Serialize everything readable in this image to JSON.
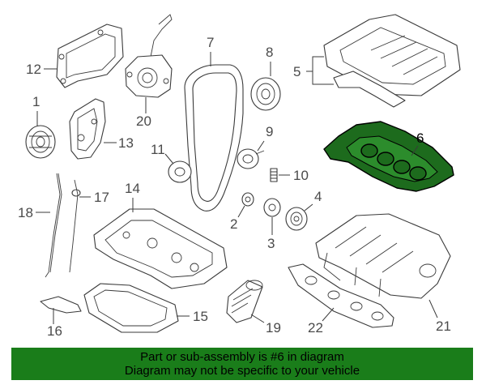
{
  "diagram": {
    "highlight_color": "#1a7d1a",
    "callouts": {
      "c1": "1",
      "c2": "2",
      "c3": "3",
      "c4": "4",
      "c5": "5",
      "c6": "6",
      "c7": "7",
      "c8": "8",
      "c9": "9",
      "c10": "10",
      "c11": "11",
      "c12": "12",
      "c13": "13",
      "c14": "14",
      "c15": "15",
      "c16": "16",
      "c17": "17",
      "c18": "18",
      "c19": "19",
      "c20": "20",
      "c21": "21",
      "c22": "22"
    }
  },
  "notice": {
    "line1": "Part or sub-assembly is #6 in diagram",
    "line2": "Diagram may not be specific to your vehicle",
    "background": "#1a7d1a"
  }
}
